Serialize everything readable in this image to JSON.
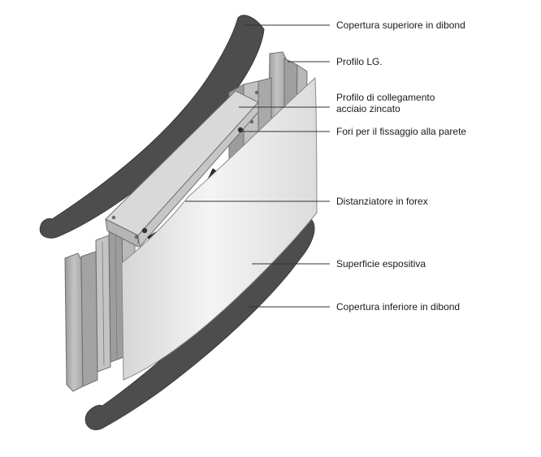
{
  "labels": [
    {
      "id": "top-cover",
      "lines": [
        "Copertura superiore in dibond"
      ]
    },
    {
      "id": "lg-profile",
      "lines": [
        "Profilo LG."
      ]
    },
    {
      "id": "connection-profile",
      "lines": [
        "Profilo di collegamento",
        "acciaio zincato"
      ]
    },
    {
      "id": "wall-holes",
      "lines": [
        "Fori per il fissaggio alla parete"
      ]
    },
    {
      "id": "forex-spacer",
      "lines": [
        "Distanziatore in forex"
      ]
    },
    {
      "id": "display-surface",
      "lines": [
        "Superficie espositiva"
      ]
    },
    {
      "id": "bottom-cover",
      "lines": [
        "Copertura inferiore in dibond"
      ]
    }
  ],
  "colors": {
    "cover": "#4d4d4d",
    "profile": "#b3b3b3",
    "profile_dark": "#8c8c8c",
    "panel": "#e6e6e6",
    "spacer": "#d2d2d2",
    "leader": "#333333"
  }
}
